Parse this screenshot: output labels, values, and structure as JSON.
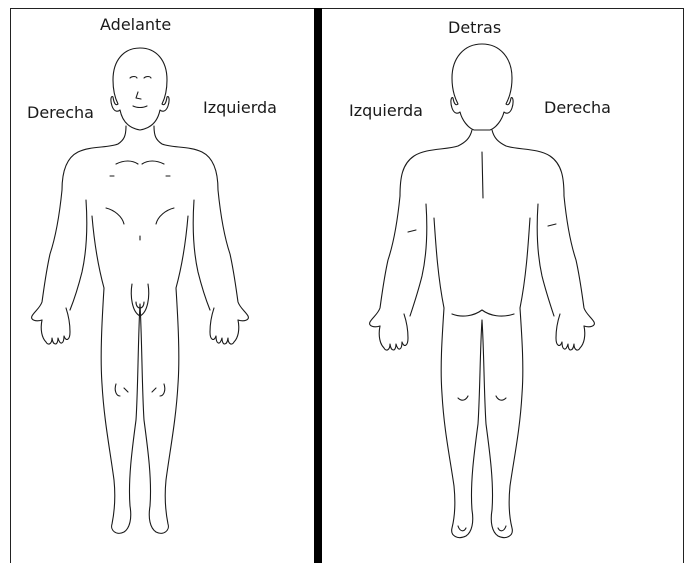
{
  "front": {
    "title": "Adelante",
    "left_label": "Derecha",
    "right_label": "Izquierda"
  },
  "back": {
    "title": "Detras",
    "left_label": "Izquierda",
    "right_label": "Derecha"
  }
}
